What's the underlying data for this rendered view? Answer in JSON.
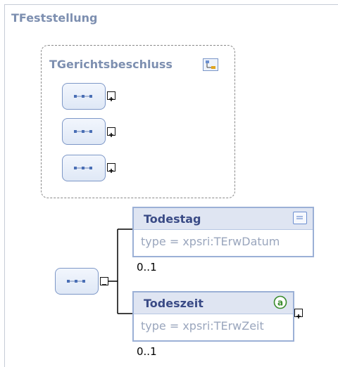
{
  "complex_type": {
    "name": "TFeststellung"
  },
  "group": {
    "name": "TGerichtsbeschluss",
    "icon": "complex-type-icon",
    "sequence_count": 3
  },
  "elements": [
    {
      "name": "Todestag",
      "type": "type = xpsri:TErwDatum",
      "cardinality": "0..1",
      "icon": "simple-content-icon"
    },
    {
      "name": "Todeszeit",
      "type": "type = xpsri:TErwZeit",
      "cardinality": "0..1",
      "icon": "attribute-icon"
    }
  ],
  "colors": {
    "title": "#7d8fb0",
    "element_name": "#3a4b86",
    "element_border": "#9bb0d6",
    "attribute_badge": "#3a8c2d"
  }
}
